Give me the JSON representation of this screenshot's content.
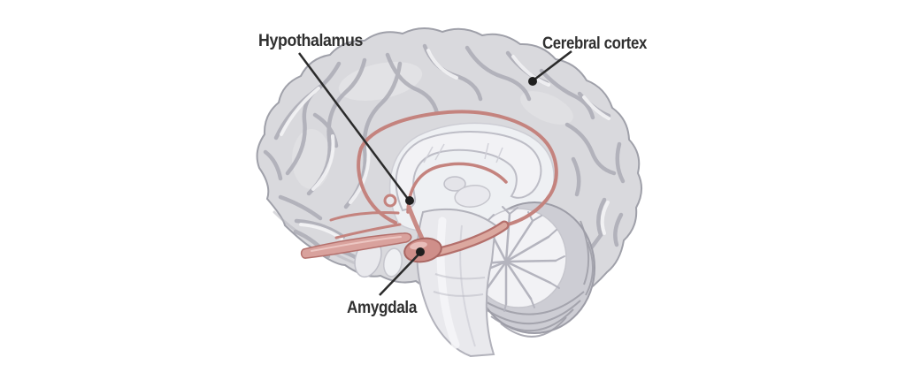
{
  "figure": {
    "type": "anatomical-diagram",
    "subject": "Human brain, midsagittal view with limbic structures highlighted",
    "background": "#ffffff"
  },
  "labels": {
    "hypothalamus": "Hypothalamus",
    "cerebral_cortex": "Cerebral cortex",
    "amygdala": "Amygdala"
  },
  "colors": {
    "label_text": "#303030",
    "leader_line": "#2b2b2b",
    "leader_dot": "#1f1f1f",
    "cortex_fill": "#d9d9dd",
    "cortex_outline": "#9fa0a9",
    "sulci_line": "#a9a9b3",
    "deep_white": "#f2f2f5",
    "limbic_pink_stroke": "#c4837e",
    "limbic_pink_fill": "#d9a29d",
    "limbic_pink_dark": "#b4706c",
    "limbic_pink_light": "#ecc6c2"
  }
}
